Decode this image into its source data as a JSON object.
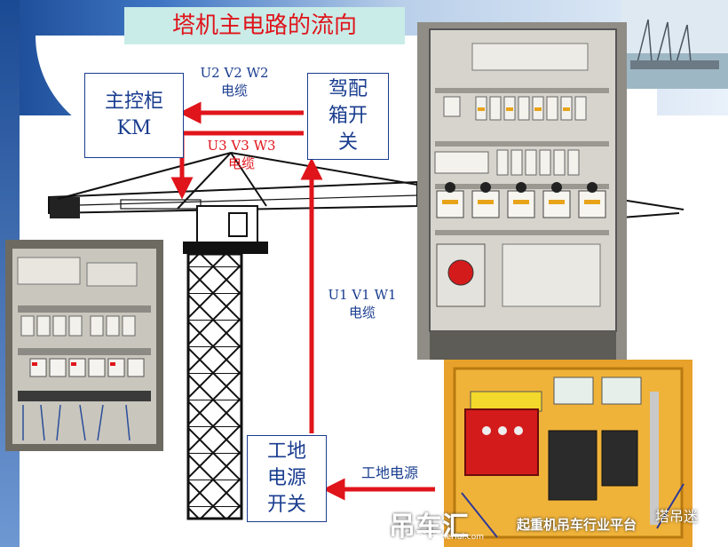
{
  "title": "塔机主电路的流向",
  "nodes": {
    "main_cabinet": "主控柜\nKM",
    "driver_box": "驾配\n箱开\n关",
    "site_switch": "工地\n电源\n开关"
  },
  "labels": {
    "cable_uvw2": "U2 V2 W2\n电缆",
    "cable_uvw3": "U3 V3 W3\n电缆",
    "cable_uvw1": "U1 V1 W1\n电缆",
    "site_power": "工地电源"
  },
  "watermark": {
    "logo": "吊车汇",
    "site": "DiaoCheHui.com",
    "slogan": "起重机吊车行业平台",
    "channel": "塔吊迷"
  },
  "colors": {
    "arrow": "#e0141b",
    "box_text": "#1a3d8f",
    "title_bg": "#c9ece8"
  }
}
